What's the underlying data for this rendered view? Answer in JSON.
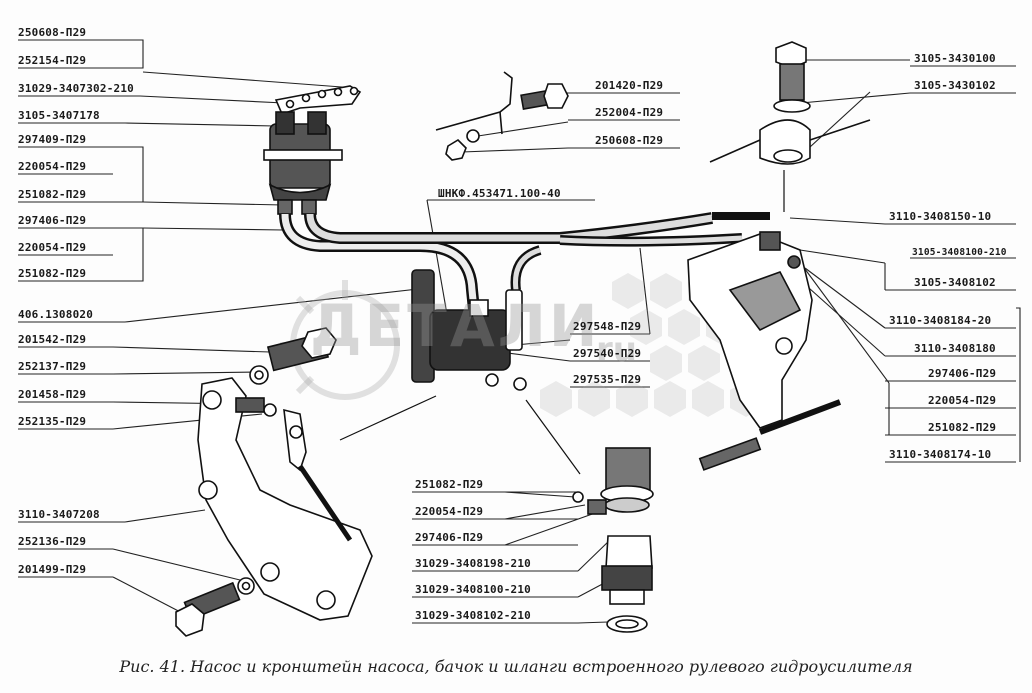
{
  "caption": "Рис. 41. Насос и кронштейн насоса, бачок и шланги встроенного рулевого гидроусилителя",
  "watermark": "ДЕТАЛИ",
  "watermark_suffix": "ru",
  "labels": {
    "l01": "250608-П29",
    "l02": "252154-П29",
    "l03": "31029-3407302-210",
    "l04": "3105-3407178",
    "l05": "297409-П29",
    "l06": "220054-П29",
    "l07": "251082-П29",
    "l08": "297406-П29",
    "l09": "220054-П29",
    "l10": "251082-П29",
    "l11": "406.1308020",
    "l12": "201542-П29",
    "l13": "252137-П29",
    "l14": "201458-П29",
    "l15": "252135-П29",
    "l16": "3110-3407208",
    "l17": "252136-П29",
    "l18": "201499-П29",
    "l19": "201420-П29",
    "l20": "252004-П29",
    "l21": "250608-П29",
    "l22": "ШНКФ.453471.100-40",
    "l23": "297548-П29",
    "l24": "297540-П29",
    "l25": "297535-П29",
    "l26": "251082-П29",
    "l27": "220054-П29",
    "l28": "297406-П29",
    "l29": "31029-3408198-210",
    "l30": "31029-3408100-210",
    "l31": "31029-3408102-210",
    "l32": "3105-3430100",
    "l33": "3105-3430102",
    "l34": "3110-3408150-10",
    "l35": "3105-3408100-210",
    "l36": "3105-3408102",
    "l37": "3110-3408184-20",
    "l38": "3110-3408180",
    "l39": "297406-П29",
    "l40": "220054-П29",
    "l41": "251082-П29",
    "l42": "3110-3408174-10"
  }
}
